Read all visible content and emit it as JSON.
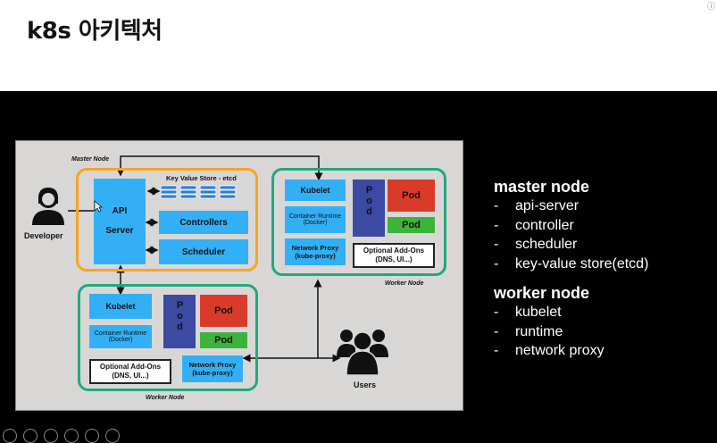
{
  "header": {
    "title": "k8s 아키텍처",
    "corner_mark": "ⓘ"
  },
  "diagram": {
    "master_node_label": "Master Node",
    "key_value_store_label": "Key Value Store - etcd",
    "api_label": "API",
    "server_label": "Server",
    "controllers_label": "Controllers",
    "scheduler_label": "Scheduler",
    "developer_label": "Developer",
    "users_label": "Users",
    "worker_top": {
      "kubelet_label": "Kubelet",
      "container_runtime_label": "Container Runtime (Docker)",
      "network_proxy_label": "Network Proxy (kube-proxy)",
      "optional_addons_label": "Optional Add-Ons (DNS, UI...)",
      "pod_vertical_label": "Pod",
      "pod_red_label": "Pod",
      "pod_green_label": "Pod",
      "worker_node_label": "Worker Node"
    },
    "worker_bottom": {
      "kubelet_label": "Kubelet",
      "container_runtime_label": "Container Runtime (Docker)",
      "network_proxy_label": "Network Proxy (kube-proxy)",
      "optional_addons_label": "Optional Add-Ons (DNS, UI...)",
      "pod_vertical_label": "Pod",
      "pod_red_label": "Pod",
      "pod_green_label": "Pod",
      "worker_node_label": "Worker Node"
    },
    "colors": {
      "master_border": "#f5a623",
      "worker_border": "#1fa882",
      "component_blue": "#33b0f5",
      "pod_navy": "#3c4aa3",
      "pod_red": "#d93b2b",
      "pod_green": "#3db33d"
    }
  },
  "side_notes": {
    "master_title": "master node",
    "master_items": [
      "api-server",
      "controller",
      "scheduler",
      "key-value store(etcd)"
    ],
    "worker_title": "worker node",
    "worker_items": [
      "kubelet",
      "runtime",
      "network proxy"
    ],
    "bullet": "-"
  }
}
